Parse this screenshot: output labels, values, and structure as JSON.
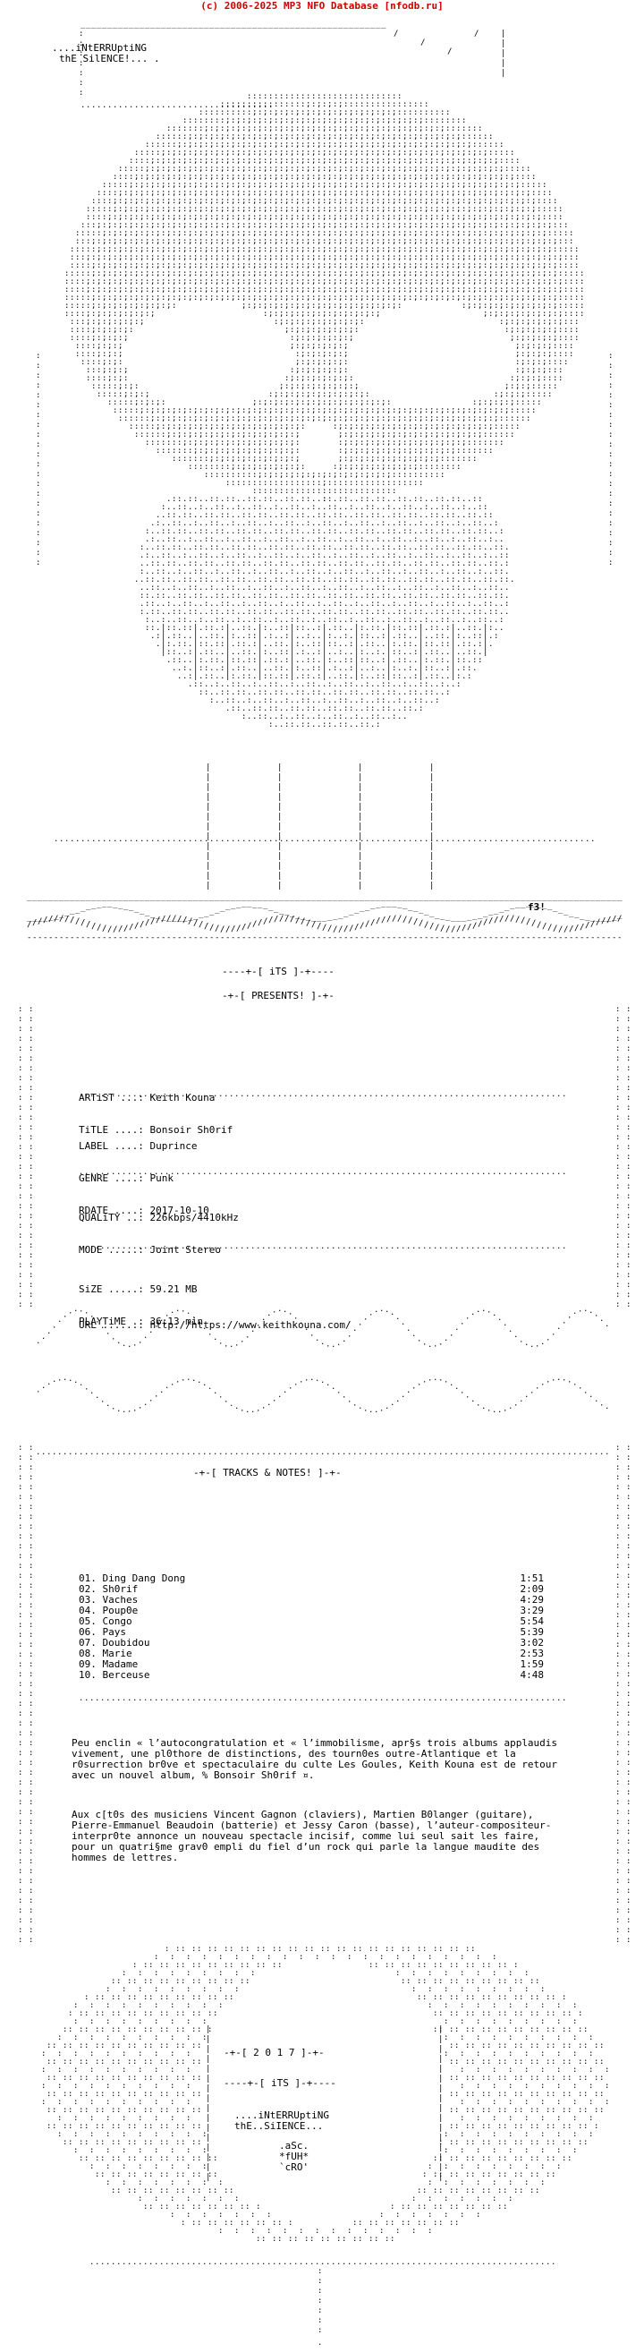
{
  "banner": "(c) 2006-2025 MP3 NFO Database [nfodb.ru]",
  "header": {
    "line1": "....iNtERRUptiNG",
    "line2": "thE SilENCE!... ."
  },
  "presents": {
    "its": "----+-[ iTS ]-+----",
    "presents": "-+-[ PRESENTS! ]-+-"
  },
  "release": {
    "artist_label": "ARTiST ...:",
    "artist": "Keith Kouna",
    "title_label": "TiTLE ....:",
    "title": "Bonsoir Sh0rif",
    "label_label": "LABEL ....:",
    "label": "Duprince",
    "genre_label": "GENRE ....:",
    "genre": "Punk",
    "rdate_label": "RDATE ....:",
    "rdate": "2017-10-10",
    "quality_label": "QUALiTY ..:",
    "quality": "226kbps/4410kHz",
    "mode_label": "MODE .....:",
    "mode": "Joint Stereo",
    "size_label": "SiZE .....:",
    "size": "59.21 MB",
    "playtime_label": "PLAYTiME .:",
    "playtime": "36:13 min",
    "url_label": "URL ......:",
    "url": "http://https://www.keithkouna.com/"
  },
  "tracks_header": "-+-[ TRACKS & NOTES! ]-+-",
  "tracks": [
    {
      "num": "01.",
      "title": "Ding Dang Dong",
      "time": "1:51"
    },
    {
      "num": "02.",
      "title": "Sh0rif",
      "time": "2:09"
    },
    {
      "num": "03.",
      "title": "Vaches",
      "time": "4:29"
    },
    {
      "num": "04.",
      "title": "Poup0e",
      "time": "3:29"
    },
    {
      "num": "05.",
      "title": "Congo",
      "time": "5:54"
    },
    {
      "num": "06.",
      "title": "Pays",
      "time": "5:39"
    },
    {
      "num": "07.",
      "title": "Doubidou",
      "time": "3:02"
    },
    {
      "num": "08.",
      "title": "Marie",
      "time": "2:53"
    },
    {
      "num": "09.",
      "title": "Madame",
      "time": "1:59"
    },
    {
      "num": "10.",
      "title": "Berceuse",
      "time": "4:48"
    }
  ],
  "notes": {
    "p1": "Peu enclin « l’autocongratulation et « l’immobilisme, apr§s trois albums applaudis vivement, une pl0thore de distinctions, des tourn0es outre-Atlantique et la r0surrection br0ve et spectaculaire du culte Les Goules, Keith Kouna est de retour avec un nouvel album, % Bonsoir Sh0rif ¤.",
    "p2": "Aux c[t0s des musiciens Vincent Gagnon (claviers), Martien B0langer (guitare), Pierre-Emmanuel Beaudoin (batterie) et Jessy Caron (basse), l’auteur-compositeur-interpr0te annonce un nouveau spectacle incisif, comme lui seul sait les faire, pour un quatri§me grav0 empli du fiel d’un rock qui parle la langue maudite des hommes de lettres."
  },
  "footer": {
    "year": "-+-[ 2 0 1 7 ]-+-",
    "its": "----+-[ iTS ]-+----",
    "line1": "....iNtERRUptiNG",
    "line2": "thE..SiIENCE...",
    "sig1": ".aSc.",
    "sig2": "*fUH*",
    "sig3": "`cRO'"
  },
  "group_tag": "f3!"
}
